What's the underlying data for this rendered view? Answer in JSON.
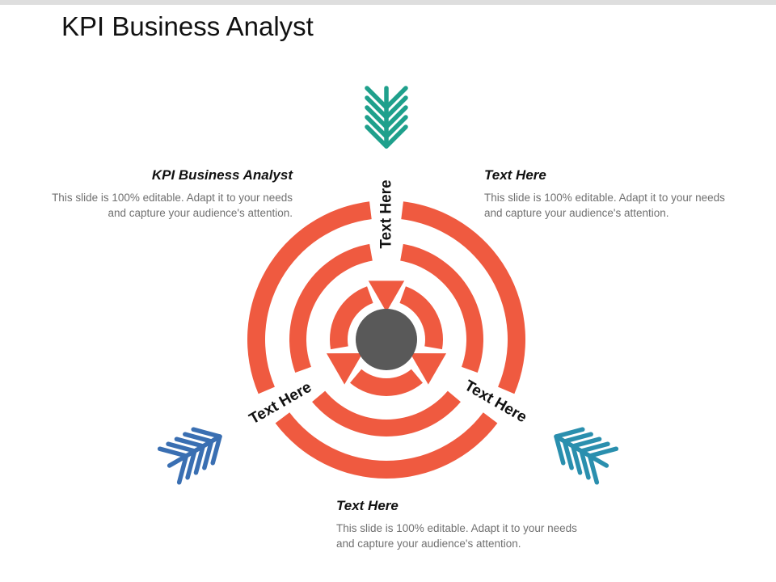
{
  "title": "KPI Business Analyst",
  "ring_labels": [
    "Text Here",
    "Text Here",
    "Text Here"
  ],
  "blocks": {
    "left": {
      "heading": "KPI Business Analyst",
      "body": "This slide is 100% editable. Adapt it to your needs and capture your audience's attention."
    },
    "right": {
      "heading": "Text Here",
      "body": "This slide is 100% editable. Adapt it to your needs and capture your audience's attention."
    },
    "bottom": {
      "heading": "Text Here",
      "body": "This slide is 100% editable. Adapt it to your needs and capture your audience's attention."
    }
  },
  "colors": {
    "ring": "#ef5a40",
    "center": "#595959",
    "arrow_top": "#1fa08c",
    "arrow_left": "#3a6fb2",
    "arrow_right": "#2a8fae"
  },
  "icons": {
    "arrow_top": "chevron-arrow-down-icon",
    "arrow_left": "chevron-arrow-up-right-icon",
    "arrow_right": "chevron-arrow-up-left-icon"
  }
}
